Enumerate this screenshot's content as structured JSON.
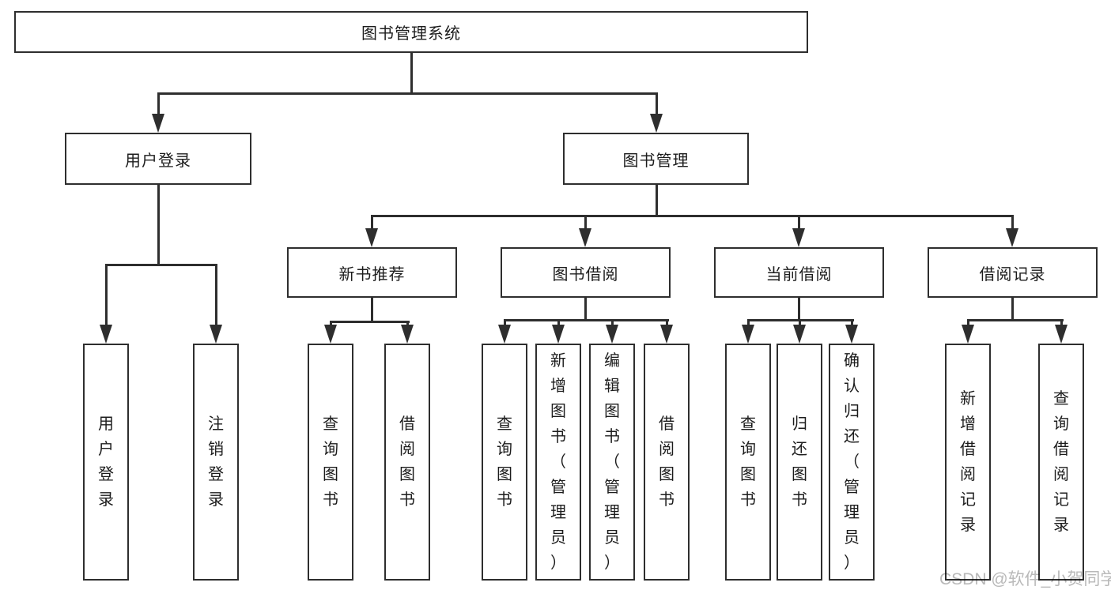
{
  "diagram": {
    "type": "hierarchy-tree",
    "colors": {
      "line": "#2e2e2e",
      "box_border": "#2e2e2e",
      "box_bg": "#ffffff",
      "text": "#1c1c1c",
      "watermark": "#b9b9b9"
    },
    "nodes": {
      "root": "图书管理系统",
      "user_login": "用户登录",
      "book_mgmt": "图书管理",
      "new_book_rec": "新书推荐",
      "book_borrow": "图书借阅",
      "current_borrow": "当前借阅",
      "borrow_records": "借阅记录",
      "ul_login": "用户登录",
      "ul_logout": "注销登录",
      "nb_query": "查询图书",
      "nb_borrow": "借阅图书",
      "bb_query": "查询图书",
      "bb_add": "新增图书（管理员）",
      "bb_edit": "编辑图书（管理员）",
      "bb_borrow": "借阅图书",
      "cb_query": "查询图书",
      "cb_return": "归还图书",
      "cb_confirm": "确认归还（管理员）",
      "br_add": "新增借阅记录",
      "br_query": "查询借阅记录"
    },
    "hierarchy": {
      "图书管理系统": {
        "用户登录": [
          "用户登录",
          "注销登录"
        ],
        "图书管理": {
          "新书推荐": [
            "查询图书",
            "借阅图书"
          ],
          "图书借阅": [
            "查询图书",
            "新增图书（管理员）",
            "编辑图书（管理员）",
            "借阅图书"
          ],
          "当前借阅": [
            "查询图书",
            "归还图书",
            "确认归还（管理员）"
          ],
          "借阅记录": [
            "新增借阅记录",
            "查询借阅记录"
          ]
        }
      }
    },
    "watermark": "CSDN @软件_小贺同学"
  }
}
